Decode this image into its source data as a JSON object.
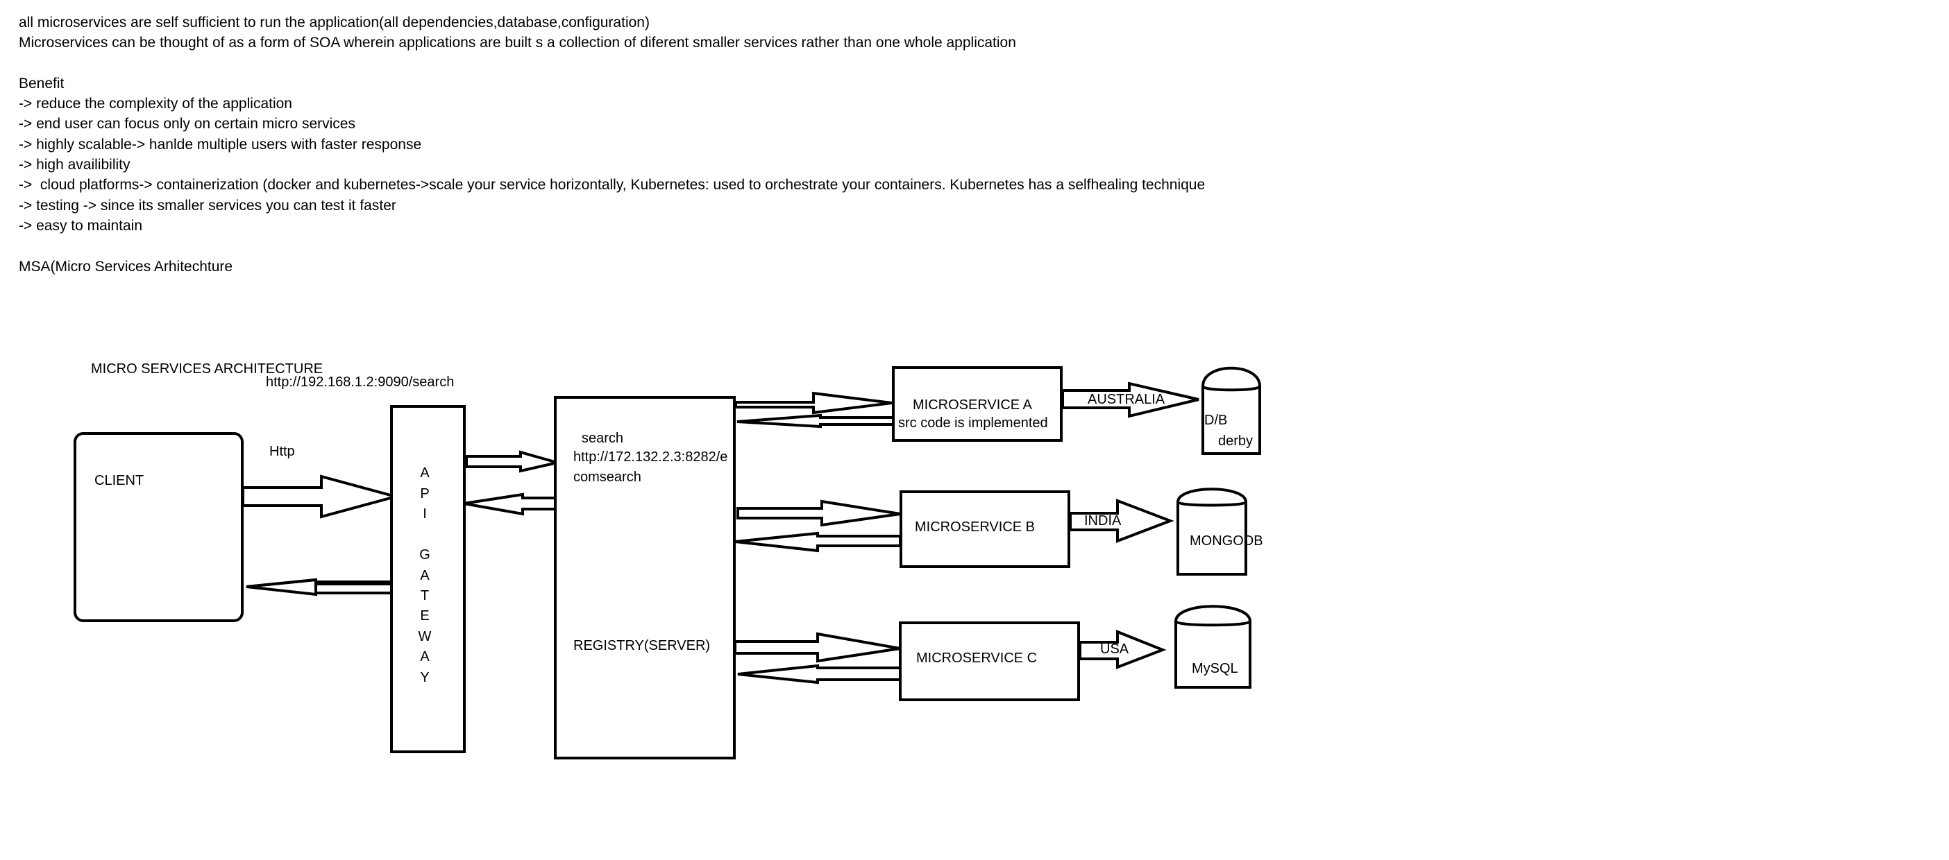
{
  "notes": {
    "line1": "all microservices are self sufficient to run the application(all dependencies,database,configuration)",
    "line2": "Microservices can be thought of as a form of SOA wherein applications are built s a collection of diferent smaller services rather than one whole application",
    "benefit_heading": "Benefit",
    "benefits": [
      "-> reduce the complexity of the application",
      "-> end user can focus only on certain micro services",
      "-> highly scalable-> hanlde multiple users with faster response",
      "-> high availibility",
      "->  cloud platforms-> containerization (docker and kubernetes->scale your service horizontally, Kubernetes: used to orchestrate your containers. Kubernetes has a selfhealing technique",
      "-> testing -> since its smaller services you can test it faster",
      "-> easy to maintain"
    ],
    "msa": "MSA(Micro Services Arhitechture"
  },
  "diagram": {
    "title": "MICRO SERVICES ARCHITECTURE",
    "gateway_url": "http://192.168.1.2:9090/search",
    "client_label": "CLIENT",
    "http_label": "Http",
    "api_gateway_letters": [
      "A",
      "P",
      "I",
      "",
      "G",
      "A",
      "T",
      "E",
      "W",
      "A",
      "Y"
    ],
    "registry": {
      "search_label": "search",
      "url_line1": "http://172.132.2.3:8282/e",
      "url_line2": "comsearch",
      "name": "REGISTRY(SERVER)"
    },
    "microservice_a": {
      "name": "MICROSERVICE A",
      "note": "src code is implemented",
      "region": "AUSTRALIA",
      "db_line1": "D/B",
      "db_line2": "derby"
    },
    "microservice_b": {
      "name": "MICROSERVICE B",
      "region": "INDIA",
      "db": "MONGODB"
    },
    "microservice_c": {
      "name": "MICROSERVICE C",
      "region": "USA",
      "db": "MySQL"
    }
  }
}
